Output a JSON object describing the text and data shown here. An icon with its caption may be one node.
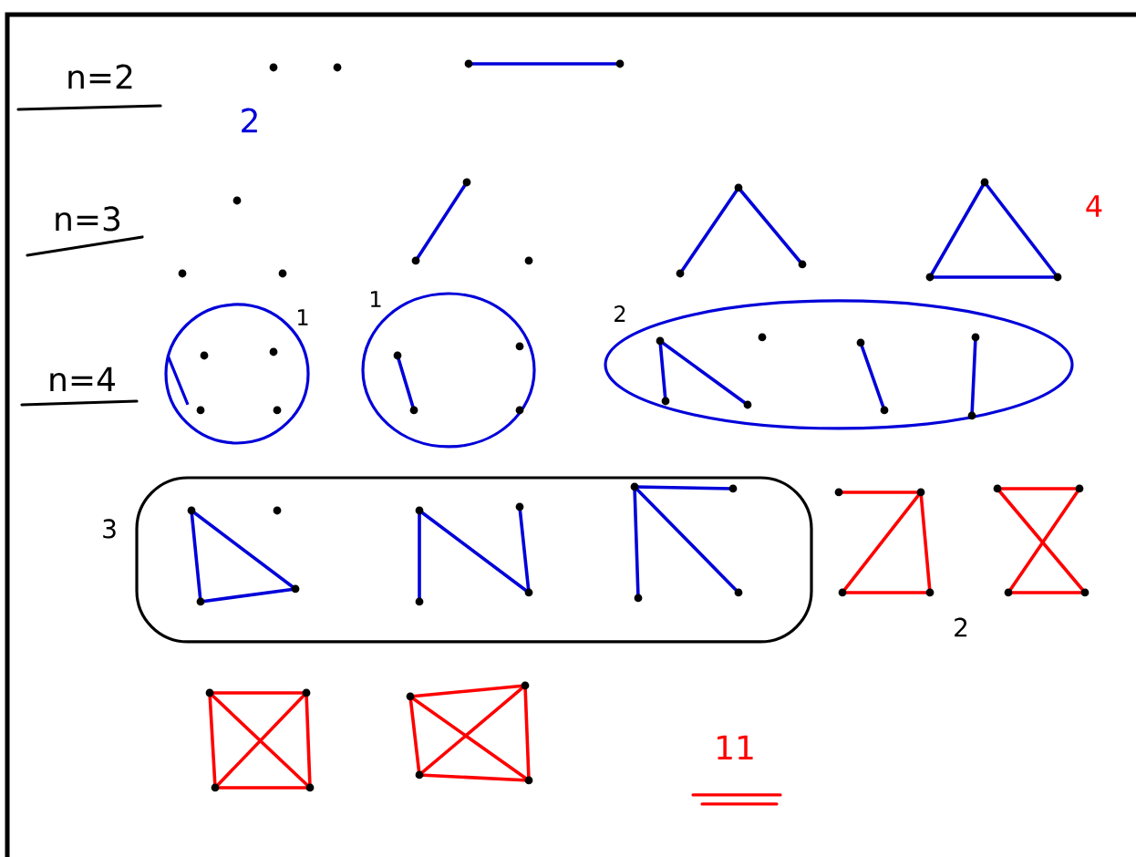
{
  "diagram": {
    "labels": [
      "n=2",
      "2",
      "n=3",
      "4",
      "n=4",
      "1",
      "1",
      "2",
      "3",
      "2",
      "11"
    ]
  }
}
